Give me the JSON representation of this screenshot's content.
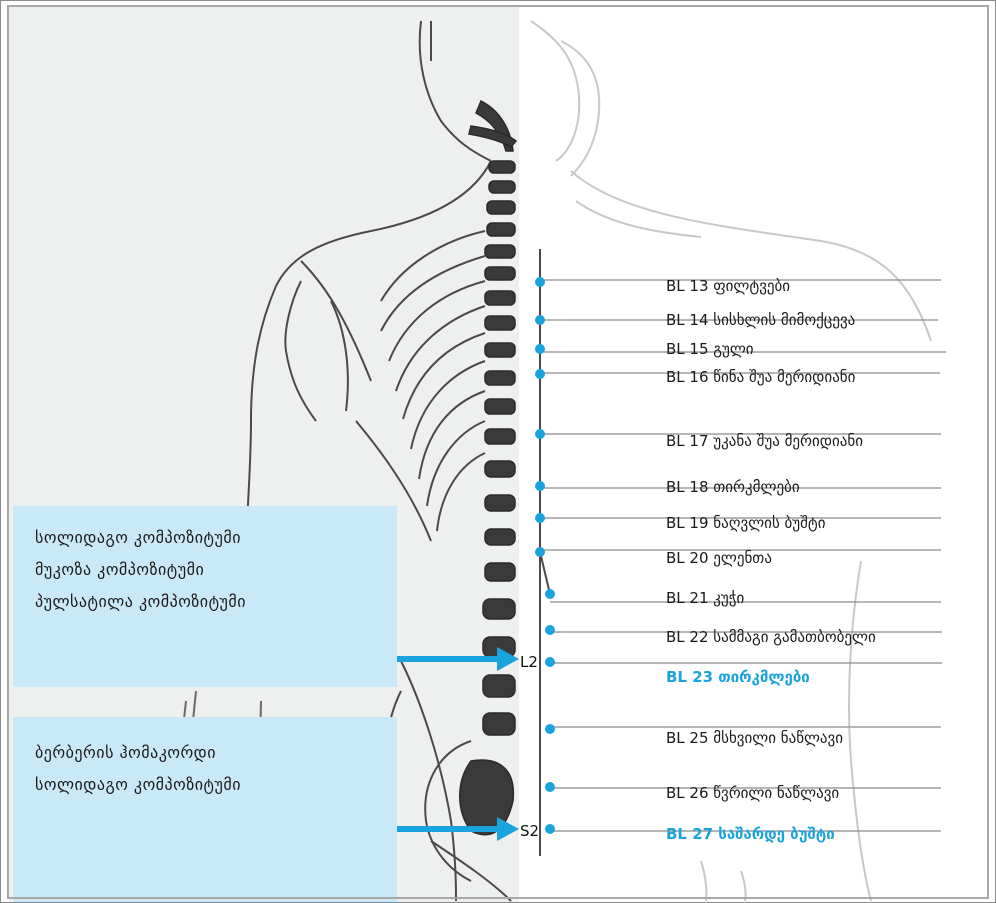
{
  "acupoints": [
    {
      "label": "BL 13 ფილტვები",
      "highlight": false
    },
    {
      "label": "BL 14 სისხლის მიმოქცევა",
      "highlight": false
    },
    {
      "label": "BL 15 გული",
      "highlight": false
    },
    {
      "label": "BL 16 წინა შუა მერიდიანი",
      "highlight": false
    },
    {
      "label": "BL 17 უკანა შუა მერიდიანი",
      "highlight": false
    },
    {
      "label": "BL 18 თირკმლები",
      "highlight": false
    },
    {
      "label": "BL 19 ნაღვლის ბუშტი",
      "highlight": false
    },
    {
      "label": "BL 20 ელენთა",
      "highlight": false
    },
    {
      "label": "BL 21 კუჭი",
      "highlight": false
    },
    {
      "label": "BL 22 სამმაგი გამათბობელი",
      "highlight": false
    },
    {
      "label": "BL 23 თირკმლები",
      "highlight": true
    },
    {
      "label": "BL 25 მსხვილი ნაწლავი",
      "highlight": false
    },
    {
      "label": "BL 26 წვრილი ნაწლავი",
      "highlight": false
    },
    {
      "label": "BL 27 საშარდე ბუშტი",
      "highlight": true
    }
  ],
  "levels": {
    "l2": "L2",
    "s2": "S2"
  },
  "boxes": {
    "upper": [
      "სოლიდაგო კომპოზიტუმი",
      "მუკოზა კომპოზიტუმი",
      "პულსატილა კომპოზიტუმი"
    ],
    "lower": [
      "ბერბერის ჰომაკორდი",
      "სოლიდაგო კომპოზიტუმი"
    ]
  },
  "colors": {
    "accent": "#1aa3dd",
    "box_fill": "#c9e8f8",
    "marker": "#1aa3dd"
  }
}
